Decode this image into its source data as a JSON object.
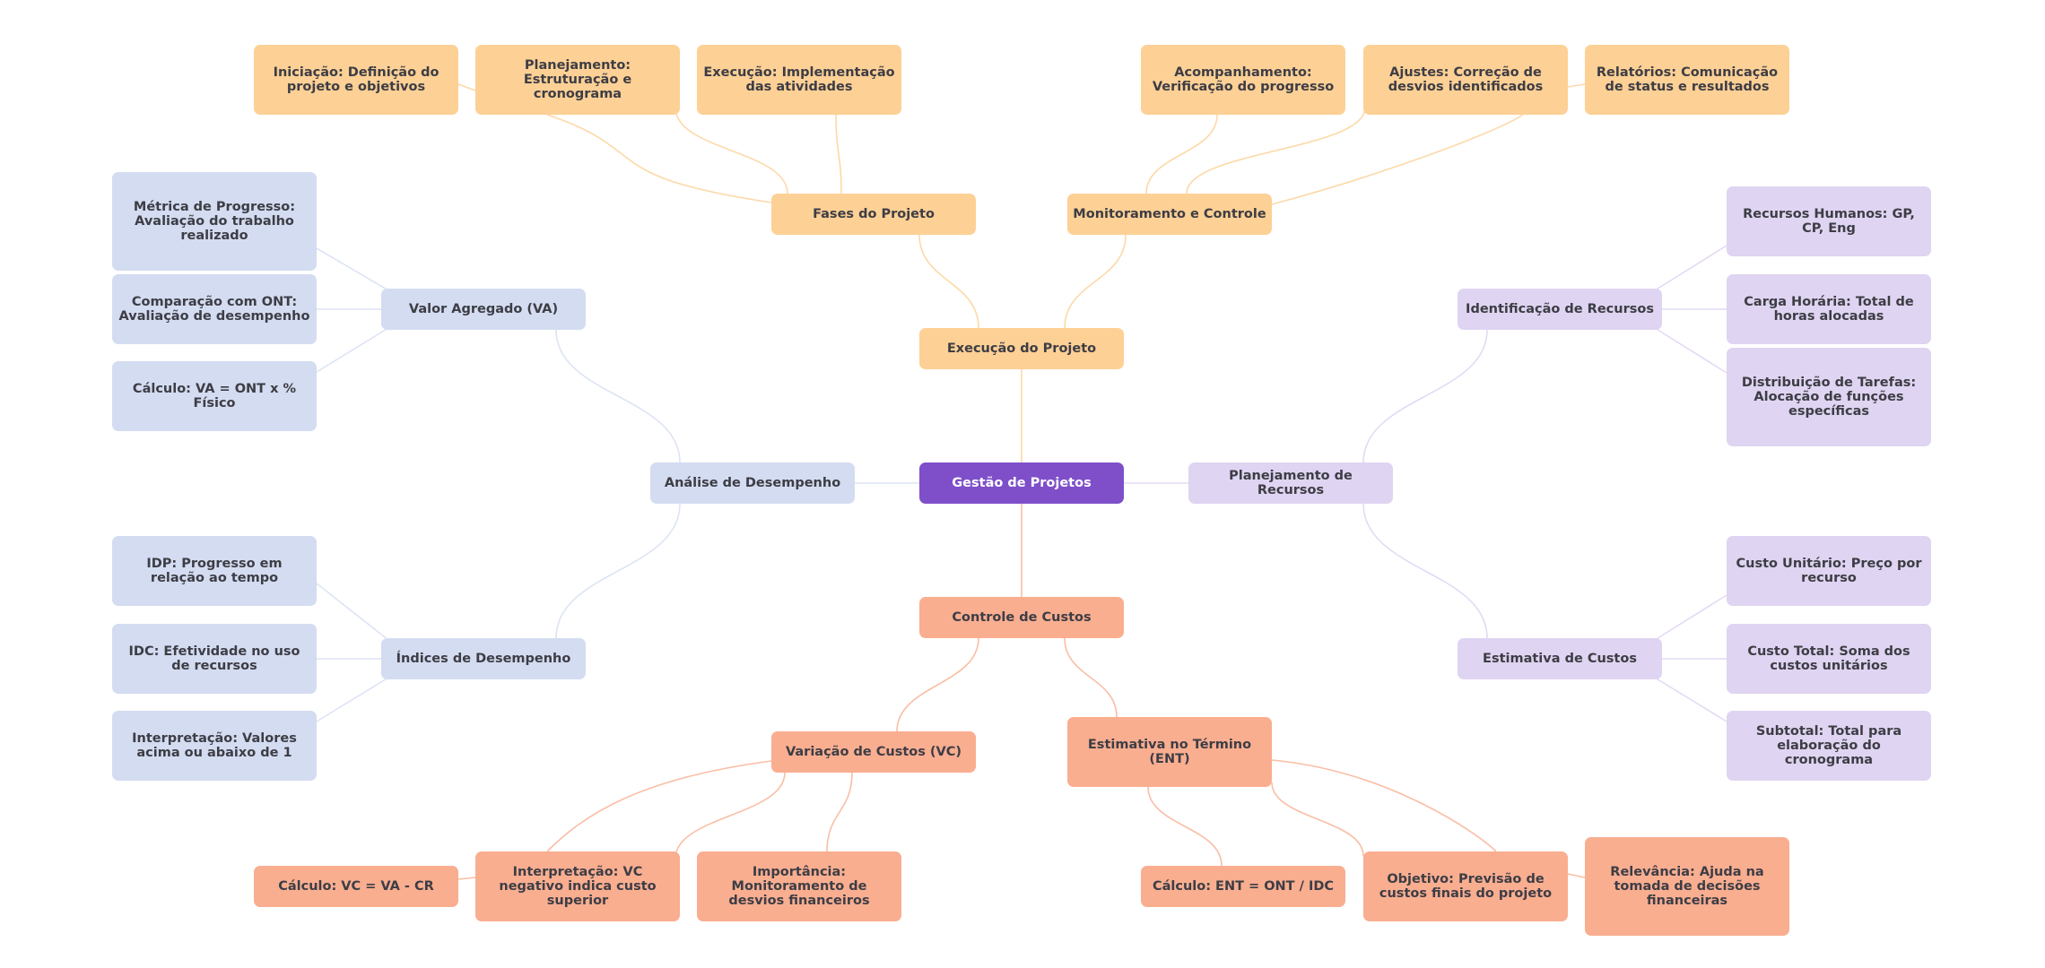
{
  "diagram": {
    "type": "mind-map",
    "colors": {
      "root": "#7e4fc9",
      "execution_branch": "#fdd095",
      "analysis_branch": "#d4dcf1",
      "resources_branch": "#dfd4f1",
      "costs_branch": "#f9ae90",
      "text": "#3d3d45"
    },
    "root": {
      "label": "Gestão de Projetos"
    },
    "execucao": {
      "label": "Execução do Projeto",
      "fases": {
        "label": "Fases do Projeto",
        "children": [
          "Iniciação: Definição do projeto e objetivos",
          "Planejamento: Estruturação e cronograma",
          "Execução: Implementação das atividades"
        ]
      },
      "monitoramento": {
        "label": "Monitoramento e Controle",
        "children": [
          "Acompanhamento: Verificação do progresso",
          "Ajustes: Correção de desvios identificados",
          "Relatórios: Comunicação de status e resultados"
        ]
      }
    },
    "analise": {
      "label": "Análise de Desempenho",
      "valor_agregado": {
        "label": "Valor Agregado (VA)",
        "children": [
          "Métrica de Progresso: Avaliação do trabalho realizado",
          "Comparação com ONT: Avaliação de desempenho",
          "Cálculo: VA = ONT x % Físico"
        ]
      },
      "indices": {
        "label": "Índices de Desempenho",
        "children": [
          "IDP: Progresso em relação ao tempo",
          "IDC: Efetividade no uso de recursos",
          "Interpretação: Valores acima ou abaixo de 1"
        ]
      }
    },
    "planejamento": {
      "label": "Planejamento de Recursos",
      "identificacao": {
        "label": "Identificação de Recursos",
        "children": [
          "Recursos Humanos: GP, CP, Eng",
          "Carga Horária: Total de horas alocadas",
          "Distribuição de Tarefas: Alocação de funções específicas"
        ]
      },
      "estimativa_custos": {
        "label": "Estimativa de Custos",
        "children": [
          "Custo Unitário: Preço por recurso",
          "Custo Total: Soma dos custos unitários",
          "Subtotal: Total para elaboração do cronograma"
        ]
      }
    },
    "controle": {
      "label": "Controle de Custos",
      "variacao": {
        "label": "Variação de Custos (VC)",
        "children": [
          "Cálculo: VC = VA - CR",
          "Interpretação: VC negativo indica custo superior",
          "Importância: Monitoramento de desvios financeiros"
        ]
      },
      "ent": {
        "label": "Estimativa no Término (ENT)",
        "children": [
          "Cálculo: ENT = ONT / IDC",
          "Objetivo: Previsão de custos finais do projeto",
          "Relevância: Ajuda na tomada de decisões financeiras"
        ]
      }
    }
  }
}
